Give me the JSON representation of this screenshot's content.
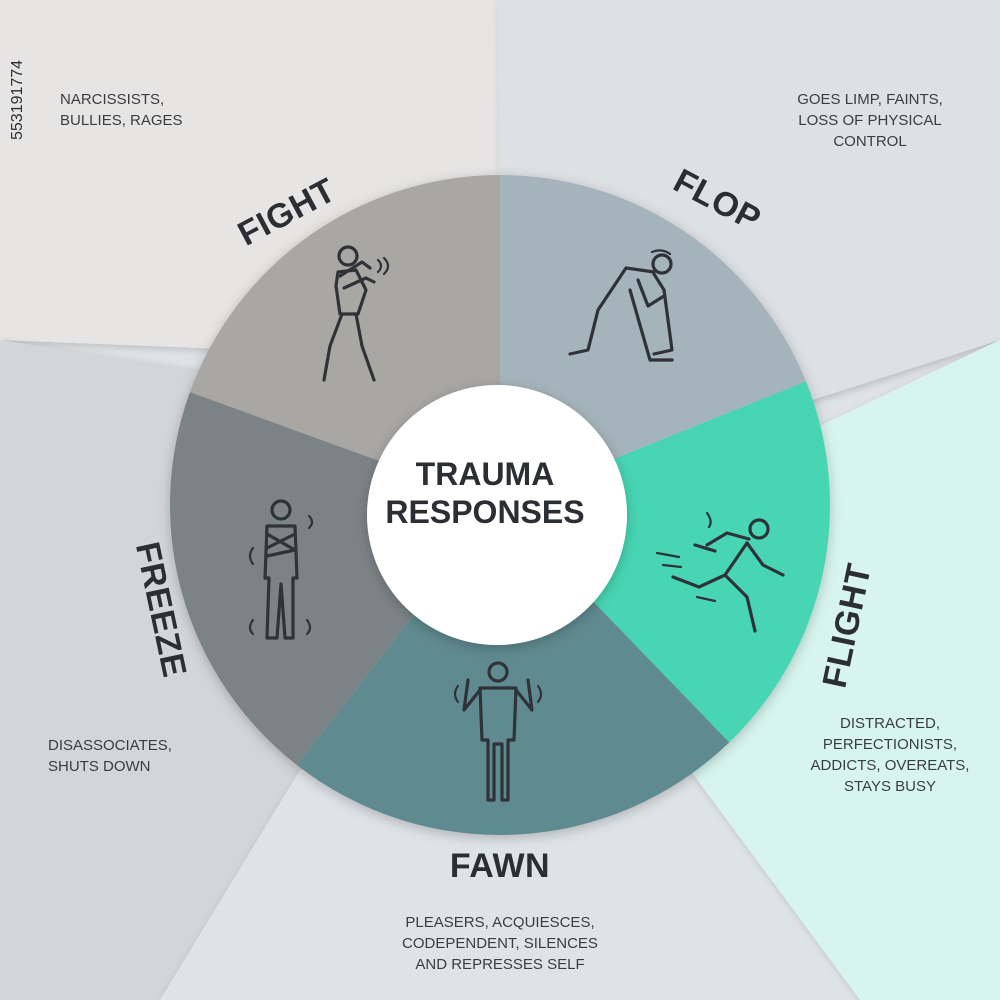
{
  "center": {
    "line1": "TRAUMA",
    "line2": "RESPONSES"
  },
  "segments": {
    "fight": {
      "label": "FIGHT",
      "description": "NARCISSISTS,\nBULLIES, RAGES"
    },
    "flop": {
      "label": "FLOP",
      "description": "GOES LIMP, FAINTS,\nLOSS OF PHYSICAL\nCONTROL"
    },
    "flight": {
      "label": "FLIGHT",
      "description": "DISTRACTED,\nPERFECTIONISTS,\nADDICTS, OVEREATS,\nSTAYS BUSY"
    },
    "fawn": {
      "label": "FAWN",
      "description": "PLEASERS, ACQUIESCES,\nCODEPENDENT, SILENCES\nAND REPRESSES SELF"
    },
    "freeze": {
      "label": "FREEZE",
      "description": "DISASSOCIATES,\nSHUTS DOWN"
    }
  },
  "colors": {
    "fight": "#a9a7a4",
    "flop": "#a5b3ba",
    "flight": "#47d5b3",
    "fawn": "#5f8a8f",
    "freeze": "#7c8387",
    "fight_bg": "#e6e5e4",
    "flop_bg": "#dde1e4",
    "flight_bg": "#d7f5ed",
    "fawn_bg": "#dee3e7",
    "freeze_bg": "#d2d6d9"
  },
  "icons": [
    "fighting-figure-icon",
    "fainting-figure-icon",
    "running-figure-icon",
    "shrugging-figure-icon",
    "frozen-figure-icon"
  ],
  "watermark": "553191774"
}
